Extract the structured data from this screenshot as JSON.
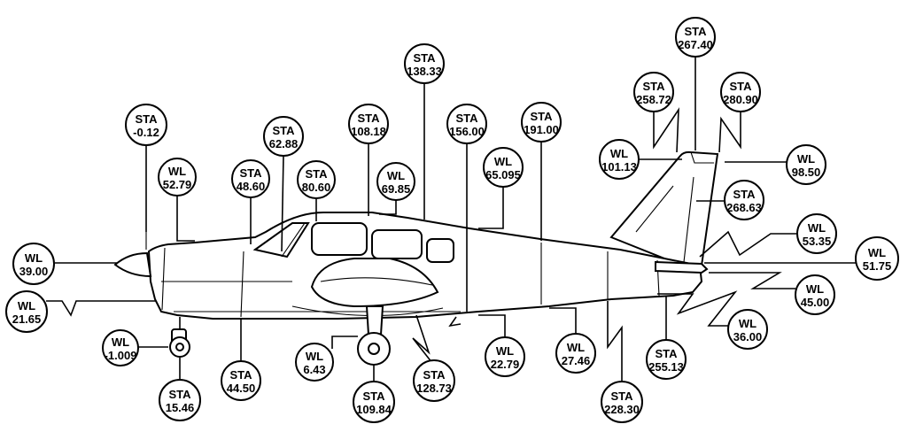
{
  "callouts": [
    {
      "id": "sta-neg-0-12",
      "kind": "STA",
      "value": "-0.12"
    },
    {
      "id": "wl-52-79",
      "kind": "WL",
      "value": "52.79"
    },
    {
      "id": "sta-48-60",
      "kind": "STA",
      "value": "48.60"
    },
    {
      "id": "sta-62-88",
      "kind": "STA",
      "value": "62.88"
    },
    {
      "id": "sta-80-60",
      "kind": "STA",
      "value": "80.60"
    },
    {
      "id": "sta-108-18",
      "kind": "STA",
      "value": "108.18"
    },
    {
      "id": "wl-69-85",
      "kind": "WL",
      "value": "69.85"
    },
    {
      "id": "sta-138-33",
      "kind": "STA",
      "value": "138.33"
    },
    {
      "id": "sta-156-00",
      "kind": "STA",
      "value": "156.00"
    },
    {
      "id": "wl-65-095",
      "kind": "WL",
      "value": "65.095"
    },
    {
      "id": "sta-191-00",
      "kind": "STA",
      "value": "191.00"
    },
    {
      "id": "sta-258-72",
      "kind": "STA",
      "value": "258.72"
    },
    {
      "id": "sta-267-40",
      "kind": "STA",
      "value": "267.40"
    },
    {
      "id": "sta-280-90",
      "kind": "STA",
      "value": "280.90"
    },
    {
      "id": "wl-101-13",
      "kind": "WL",
      "value": "101.13"
    },
    {
      "id": "wl-98-50",
      "kind": "WL",
      "value": "98.50"
    },
    {
      "id": "sta-268-63",
      "kind": "STA",
      "value": "268.63"
    },
    {
      "id": "wl-53-35",
      "kind": "WL",
      "value": "53.35"
    },
    {
      "id": "wl-51-75",
      "kind": "WL",
      "value": "51.75"
    },
    {
      "id": "wl-45-00",
      "kind": "WL",
      "value": "45.00"
    },
    {
      "id": "wl-36-00",
      "kind": "WL",
      "value": "36.00"
    },
    {
      "id": "wl-39-00",
      "kind": "WL",
      "value": "39.00"
    },
    {
      "id": "wl-21-65",
      "kind": "WL",
      "value": "21.65"
    },
    {
      "id": "wl-neg-1-009",
      "kind": "WL",
      "value": "-1.009"
    },
    {
      "id": "sta-15-46",
      "kind": "STA",
      "value": "15.46"
    },
    {
      "id": "sta-44-50",
      "kind": "STA",
      "value": "44.50"
    },
    {
      "id": "wl-6-43",
      "kind": "WL",
      "value": "6.43"
    },
    {
      "id": "sta-109-84",
      "kind": "STA",
      "value": "109.84"
    },
    {
      "id": "sta-128-73",
      "kind": "STA",
      "value": "128.73"
    },
    {
      "id": "wl-22-79",
      "kind": "WL",
      "value": "22.79"
    },
    {
      "id": "wl-27-46",
      "kind": "WL",
      "value": "27.46"
    },
    {
      "id": "sta-228-30",
      "kind": "STA",
      "value": "228.30"
    },
    {
      "id": "sta-255-13",
      "kind": "STA",
      "value": "255.13"
    }
  ]
}
